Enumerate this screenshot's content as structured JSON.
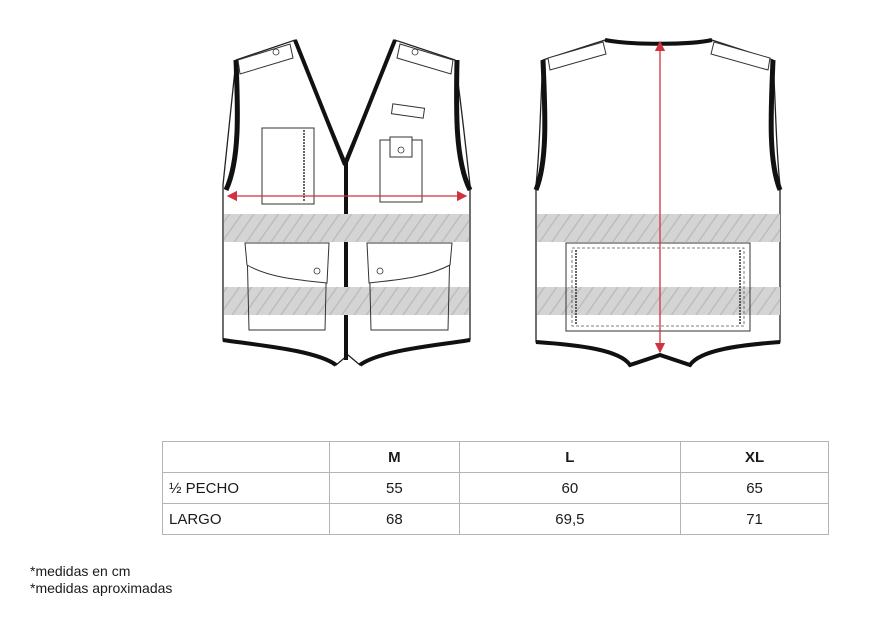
{
  "sizes_table": {
    "headers": [
      "",
      "M",
      "L",
      "XL"
    ],
    "rows": [
      {
        "label": "½  PECHO",
        "values": [
          "55",
          "60",
          "65"
        ]
      },
      {
        "label": "LARGO",
        "values": [
          "68",
          "69,5",
          "71"
        ]
      }
    ]
  },
  "notes": [
    "*medidas en cm",
    "*medidas aproximadas"
  ],
  "colors": {
    "measure_arrow": "#d0333f",
    "reflective_band": "#c9c9c9",
    "outline": "#111111",
    "table_border": "#b4b4b4"
  }
}
